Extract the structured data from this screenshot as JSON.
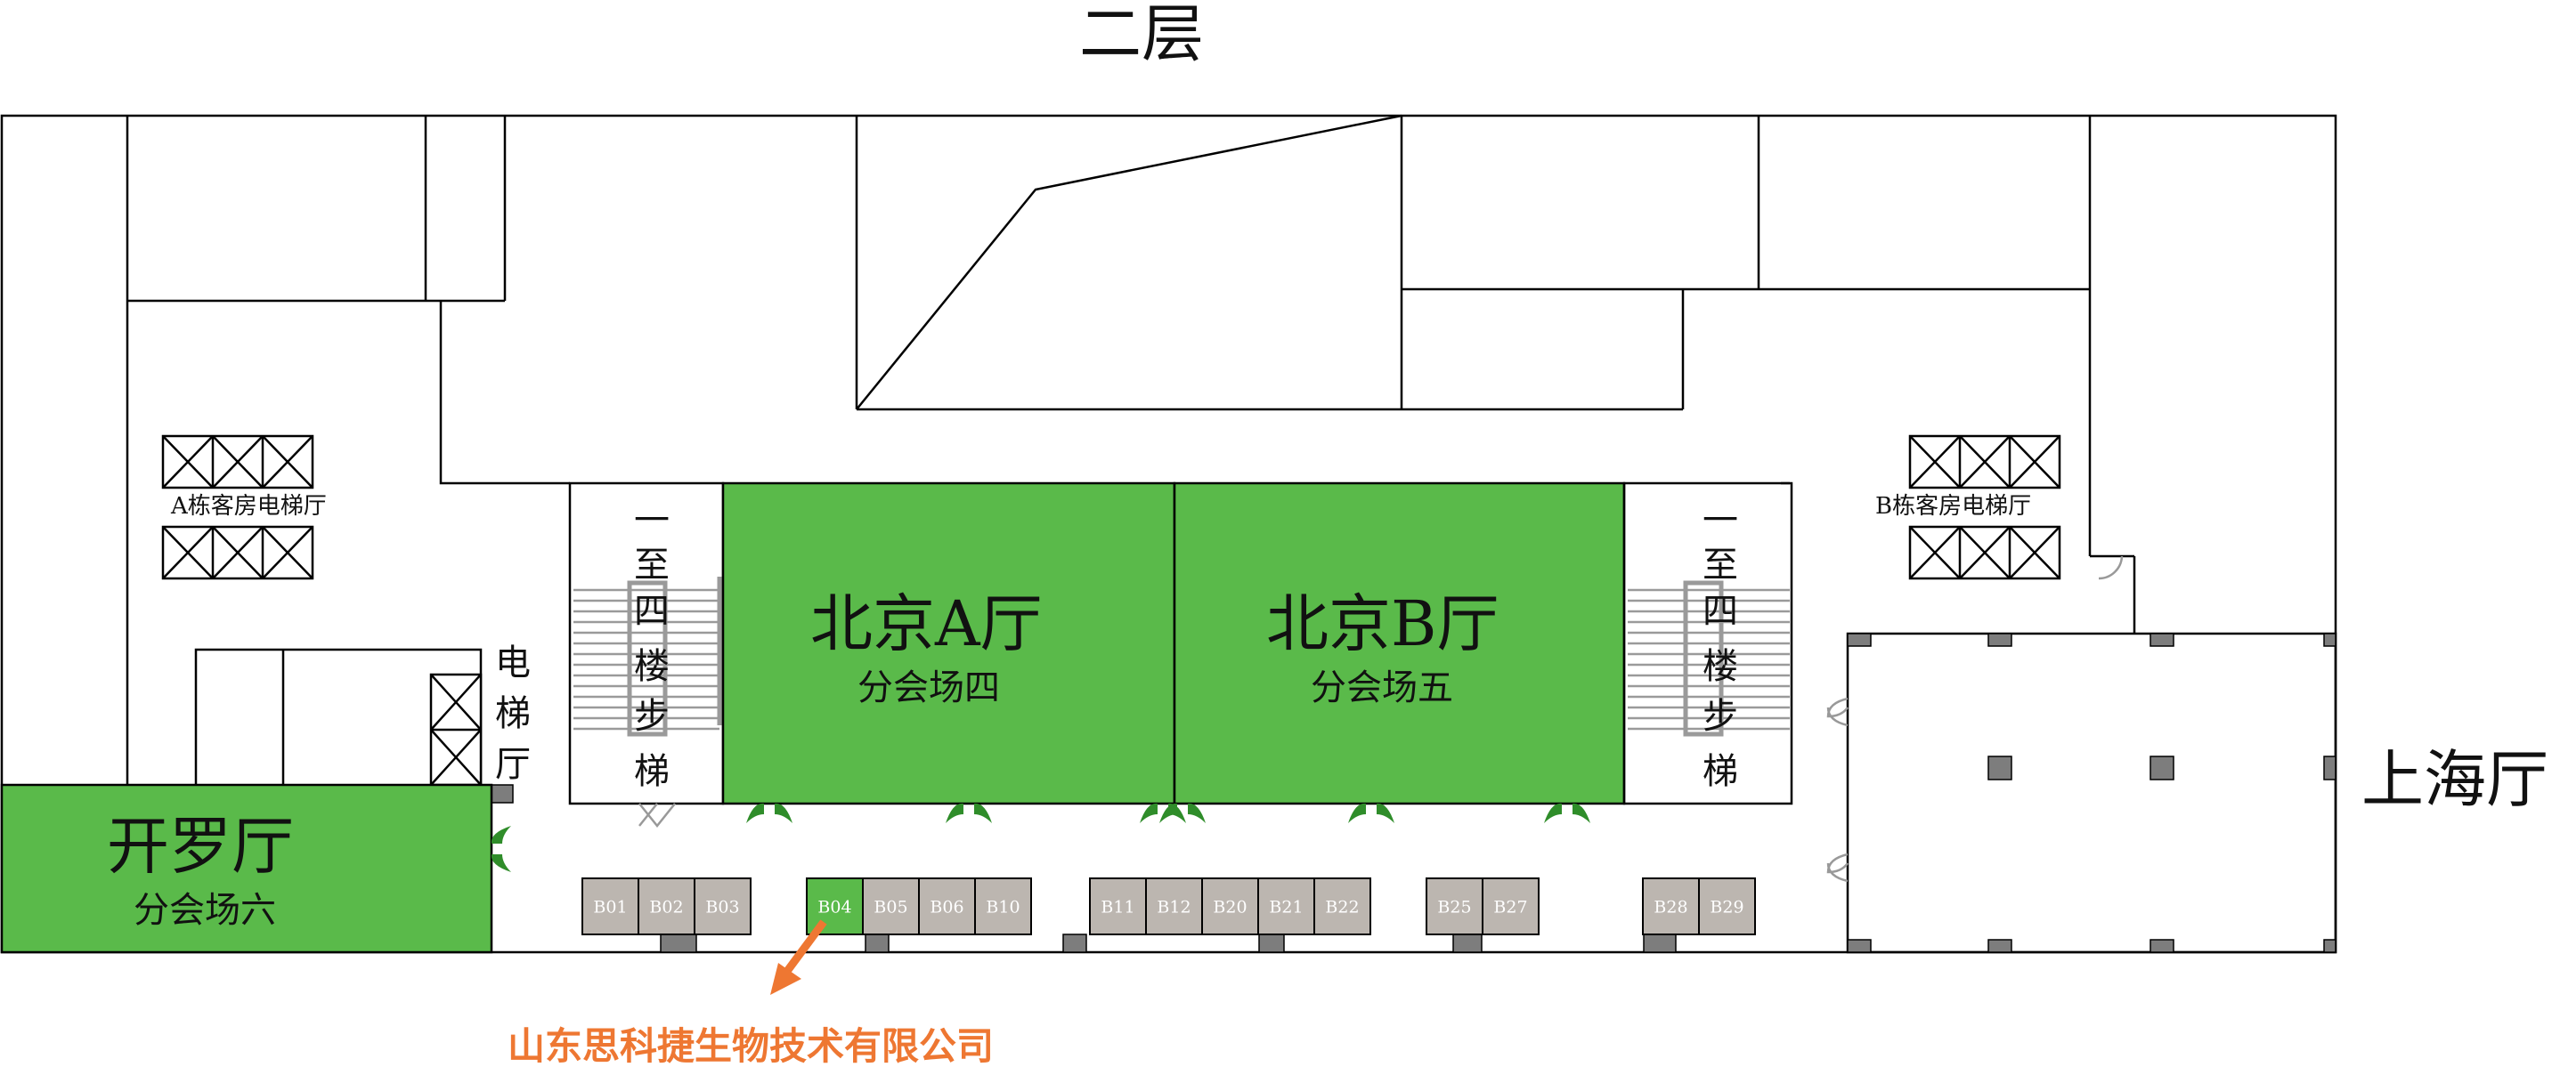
{
  "floor": {
    "title": "二层"
  },
  "halls": {
    "beijing_a": {
      "name": "北京A厅",
      "session": "分会场四"
    },
    "beijing_b": {
      "name": "北京B厅",
      "session": "分会场五"
    },
    "cairo": {
      "name": "开罗厅",
      "session": "分会场六"
    },
    "shanghai": {
      "name": "上海厅"
    }
  },
  "elevator_halls": {
    "a": "A栋客房电梯厅",
    "b": "B栋客房电梯厅",
    "lift_label": [
      "电",
      "梯",
      "厅"
    ]
  },
  "stairs": {
    "left": [
      "一",
      "至",
      "四",
      "楼",
      "步",
      "梯"
    ],
    "right": [
      "一",
      "至",
      "四",
      "楼",
      "步",
      "梯"
    ]
  },
  "booths": [
    {
      "id": "B01",
      "highlight": false
    },
    {
      "id": "B02",
      "highlight": false
    },
    {
      "id": "B03",
      "highlight": false
    },
    {
      "id": "B04",
      "highlight": true
    },
    {
      "id": "B05",
      "highlight": false
    },
    {
      "id": "B06",
      "highlight": false
    },
    {
      "id": "B10",
      "highlight": false
    },
    {
      "id": "B11",
      "highlight": false
    },
    {
      "id": "B12",
      "highlight": false
    },
    {
      "id": "B20",
      "highlight": false
    },
    {
      "id": "B21",
      "highlight": false
    },
    {
      "id": "B22",
      "highlight": false
    },
    {
      "id": "B25",
      "highlight": false
    },
    {
      "id": "B27",
      "highlight": false
    },
    {
      "id": "B28",
      "highlight": false
    },
    {
      "id": "B29",
      "highlight": false
    }
  ],
  "exhibitor": {
    "name": "山东思科捷生物技术有限公司",
    "booth": "B04"
  },
  "colors": {
    "hall_green": "#5aba4a",
    "booth_gray": "#bcb6b0",
    "accent_orange": "#ee7732"
  }
}
